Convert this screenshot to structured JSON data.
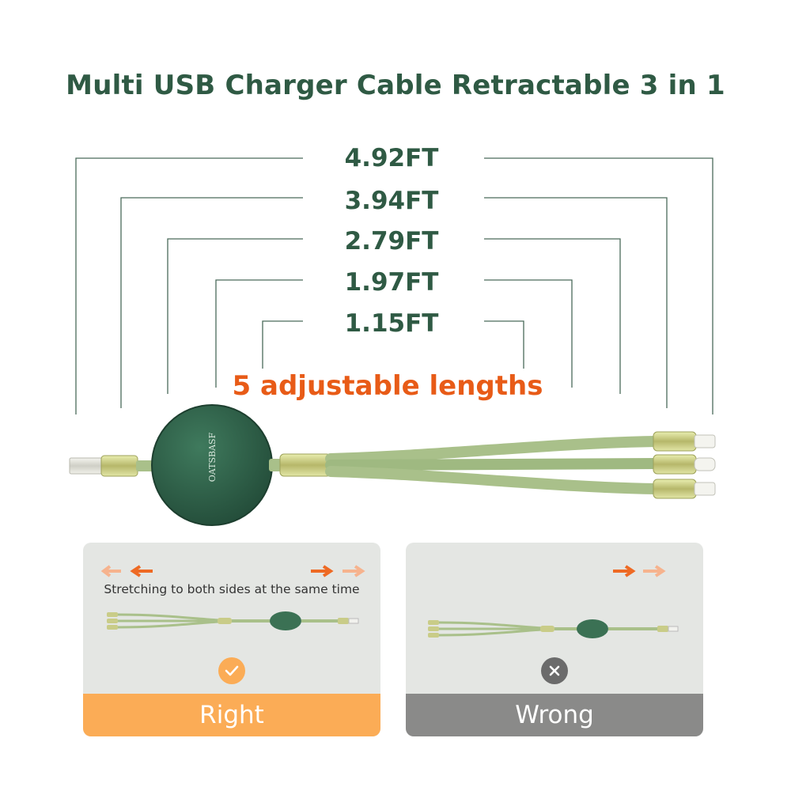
{
  "title": "Multi USB Charger Cable Retractable 3 in 1",
  "lengths": [
    "4.92FT",
    "3.94FT",
    "2.79FT",
    "1.97FT",
    "1.15FT"
  ],
  "adjustable_text": "5 adjustable lengths",
  "brand_text": "OATSBASF",
  "panels": {
    "right": {
      "caption": "Stretching to both sides at the same time",
      "label": "Right",
      "mark_icon": "check-icon"
    },
    "wrong": {
      "label": "Wrong",
      "mark_icon": "cross-icon"
    }
  },
  "colors": {
    "heading": "#2f5a44",
    "accent": "#e85b17",
    "cable": "#a9c08a",
    "hub": "#2e5e48",
    "right_footer": "#fbac56",
    "wrong_footer": "#8a8a89"
  }
}
